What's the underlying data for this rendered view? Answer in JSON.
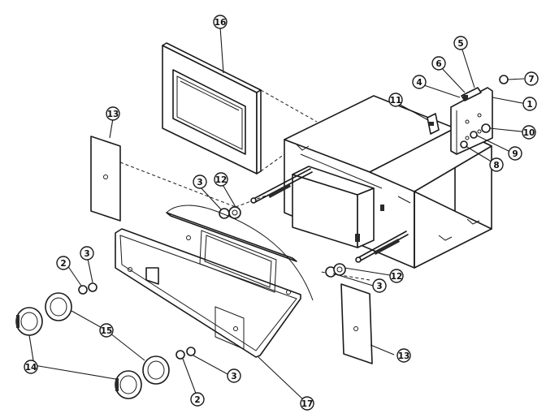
{
  "callouts": [
    {
      "label": "1"
    },
    {
      "label": "2"
    },
    {
      "label": "2"
    },
    {
      "label": "3"
    },
    {
      "label": "3"
    },
    {
      "label": "3"
    },
    {
      "label": "3"
    },
    {
      "label": "4"
    },
    {
      "label": "5"
    },
    {
      "label": "6"
    },
    {
      "label": "7"
    },
    {
      "label": "8"
    },
    {
      "label": "9"
    },
    {
      "label": "10"
    },
    {
      "label": "11"
    },
    {
      "label": "12"
    },
    {
      "label": "12"
    },
    {
      "label": "13"
    },
    {
      "label": "13"
    },
    {
      "label": "14"
    },
    {
      "label": "15"
    },
    {
      "label": "16"
    },
    {
      "label": "17"
    }
  ]
}
